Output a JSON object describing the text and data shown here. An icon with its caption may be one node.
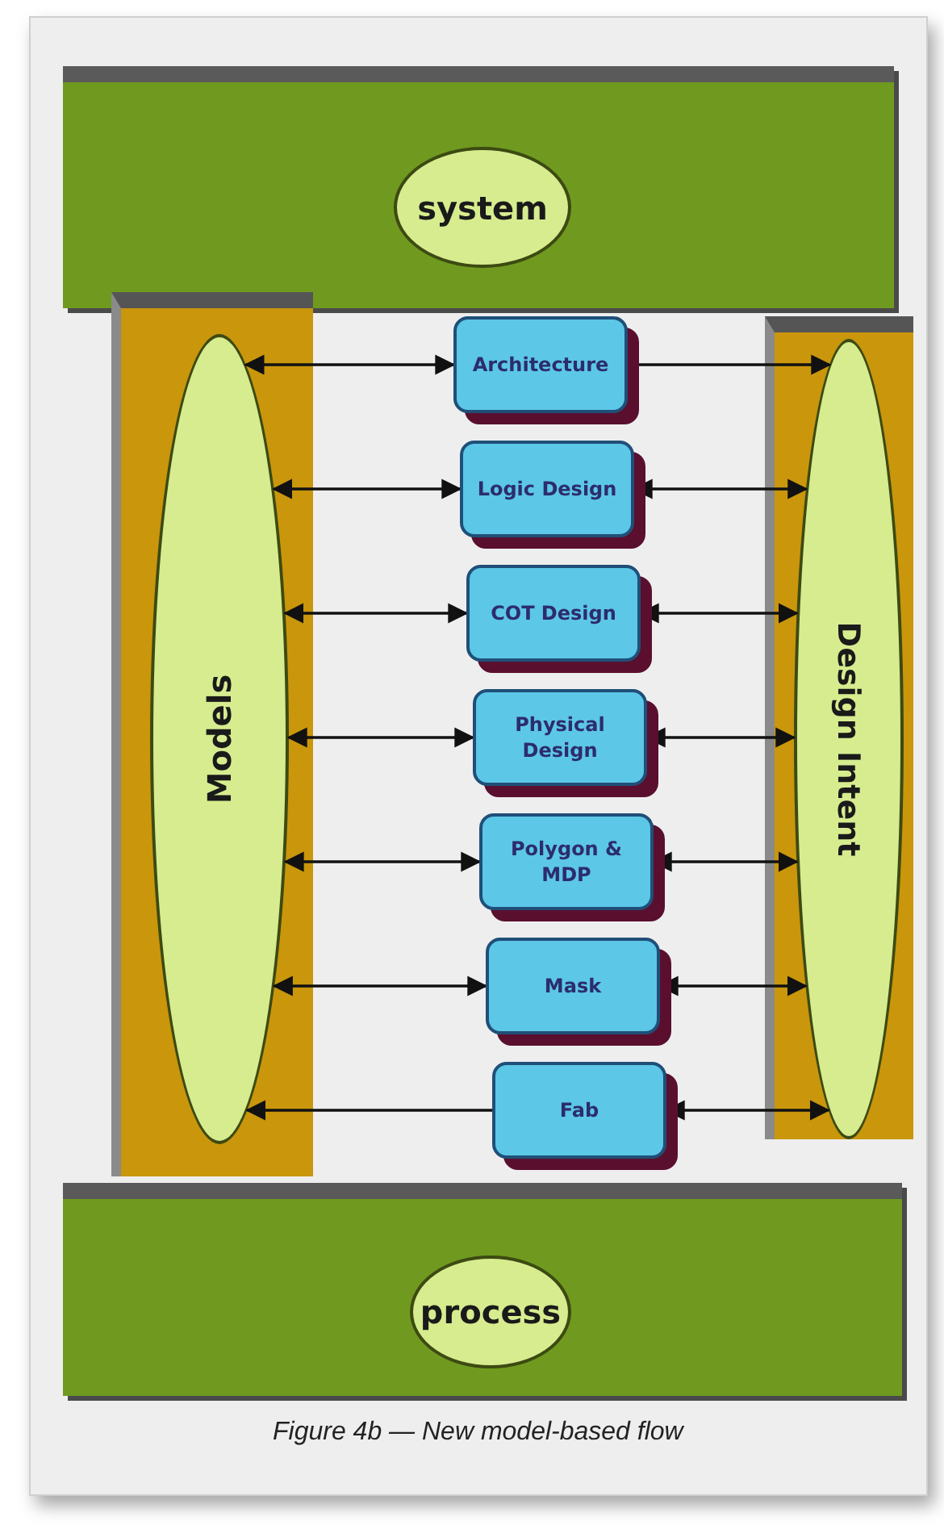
{
  "diagram": {
    "caption": "Figure 4b — New model-based flow",
    "nodes": [
      {
        "text": [],
        "shape": "bar"
      },
      {
        "text": [
          "system"
        ],
        "in": 0
      },
      {
        "text": [],
        "shape": "bar"
      },
      {
        "text": [
          "Models"
        ],
        "in": 2
      },
      {
        "text": [
          "Architecture"
        ]
      },
      {
        "text": [
          "Logic Design"
        ]
      },
      {
        "text": [
          "COT Design"
        ]
      },
      {
        "text": [
          "Physical Design"
        ]
      },
      {
        "text": [
          "Polygon & MDP"
        ]
      },
      {
        "text": [
          "Mask"
        ]
      },
      {
        "text": [
          "Fab"
        ]
      },
      {
        "text": [],
        "shape": "bar"
      },
      {
        "text": [
          "Design Intent"
        ],
        "in": 11
      },
      {
        "text": [],
        "shape": "bar"
      },
      {
        "text": [
          "process"
        ],
        "in": 13
      }
    ],
    "edges": [
      {
        "from": 3,
        "to": 4,
        "arrow": "both"
      },
      {
        "from": 4,
        "to": 12,
        "arrow": "to"
      },
      {
        "from": 3,
        "to": 5,
        "arrow": "both"
      },
      {
        "from": 5,
        "to": 12,
        "arrow": "both"
      },
      {
        "from": 3,
        "to": 6,
        "arrow": "both"
      },
      {
        "from": 6,
        "to": 12,
        "arrow": "both"
      },
      {
        "from": 3,
        "to": 7,
        "arrow": "both"
      },
      {
        "from": 7,
        "to": 12,
        "arrow": "both"
      },
      {
        "from": 3,
        "to": 8,
        "arrow": "both"
      },
      {
        "from": 8,
        "to": 12,
        "arrow": "both"
      },
      {
        "from": 3,
        "to": 9,
        "arrow": "both"
      },
      {
        "from": 9,
        "to": 12,
        "arrow": "both"
      },
      {
        "from": 10,
        "to": 3,
        "arrow": "to"
      },
      {
        "from": 10,
        "to": 12,
        "arrow": "both"
      }
    ]
  }
}
